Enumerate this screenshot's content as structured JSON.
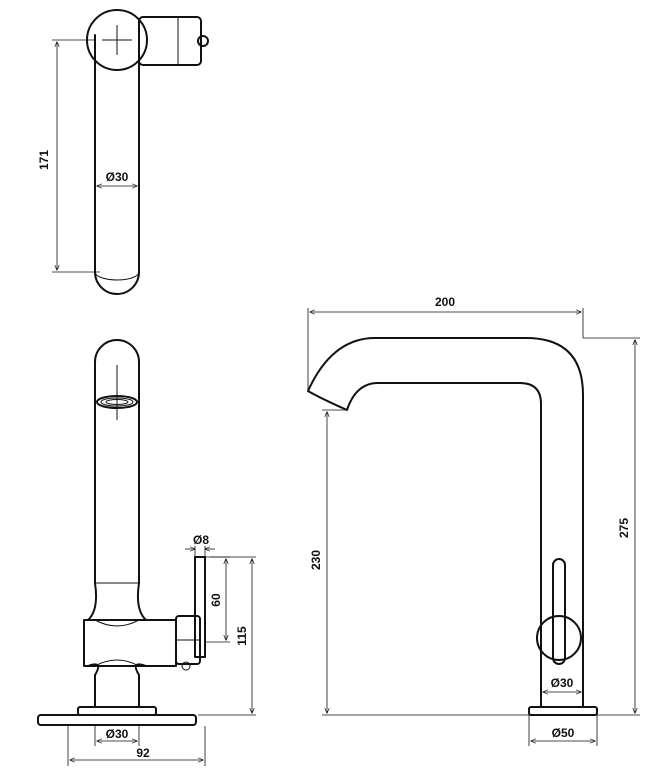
{
  "top_view": {
    "length": "171",
    "diameter": "Ø30"
  },
  "side_view": {
    "pin_diameter": "Ø8",
    "handle_height": "60",
    "lever_height": "115",
    "base_diameter": "Ø30",
    "depth": "92"
  },
  "front_view": {
    "reach": "200",
    "spout_height": "230",
    "total_height": "275",
    "body_diameter": "Ø30",
    "base_diameter": "Ø50"
  }
}
